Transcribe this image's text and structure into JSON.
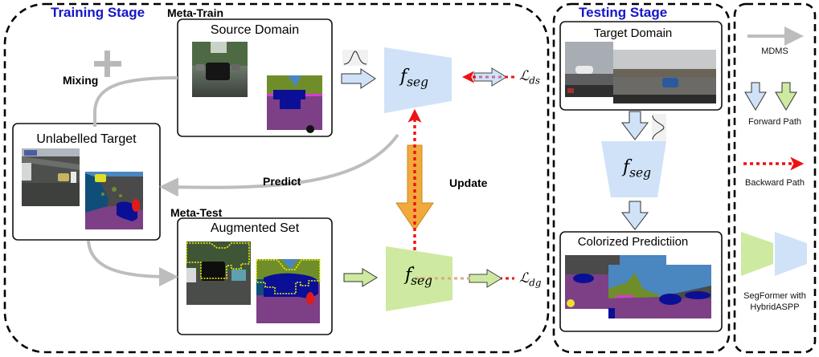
{
  "training_stage": {
    "title": "Training Stage",
    "meta_train_label": "Meta-Train",
    "meta_test_label": "Meta-Test",
    "mixing_label": "Mixing",
    "predict_label": "Predict",
    "update_label": "Update",
    "source_domain": {
      "title": "Source Domain"
    },
    "unlabelled_target": {
      "title": "Unlabelled Target"
    },
    "augmented_set": {
      "title": "Augmented Set"
    },
    "model_top": {
      "name": "f",
      "sub": "seg",
      "prime": ""
    },
    "model_bottom": {
      "name": "f",
      "sub": "seg",
      "prime": "′"
    },
    "loss_ds": {
      "name": "ℒ",
      "sub": "ds"
    },
    "loss_dg": {
      "name": "ℒ",
      "sub": "dg"
    }
  },
  "testing_stage": {
    "title": "Testing Stage",
    "target_domain": {
      "title": "Target Domain"
    },
    "model": {
      "name": "f",
      "sub": "seg"
    },
    "colorized_prediction": {
      "title": "Colorized Predictiion"
    }
  },
  "legend": {
    "items": [
      {
        "label": "MDMS",
        "icon": "gray-arrow-icon"
      },
      {
        "label": "Forward Path",
        "icon": "hollow-down-arrows-icon"
      },
      {
        "label": "Backward Path",
        "icon": "red-dotted-arrow-icon"
      },
      {
        "label": "SegFormer with",
        "label2": "HybridASPP",
        "icon": "trapezoid-pair-icon"
      }
    ]
  },
  "colors": {
    "stage_title": "#1515c8",
    "model_blue": "#cfe2f8",
    "model_green": "#cdeaa0",
    "backward_red": "#ee1111",
    "update_orange": "#f2a93b",
    "mdms_gray": "#b8b8b8",
    "seg_road": "#7d3f86",
    "seg_car": "#0a0f96",
    "seg_veg": "#6f8e2a",
    "seg_sky": "#4a86c0",
    "seg_building": "#4a4a4a"
  }
}
